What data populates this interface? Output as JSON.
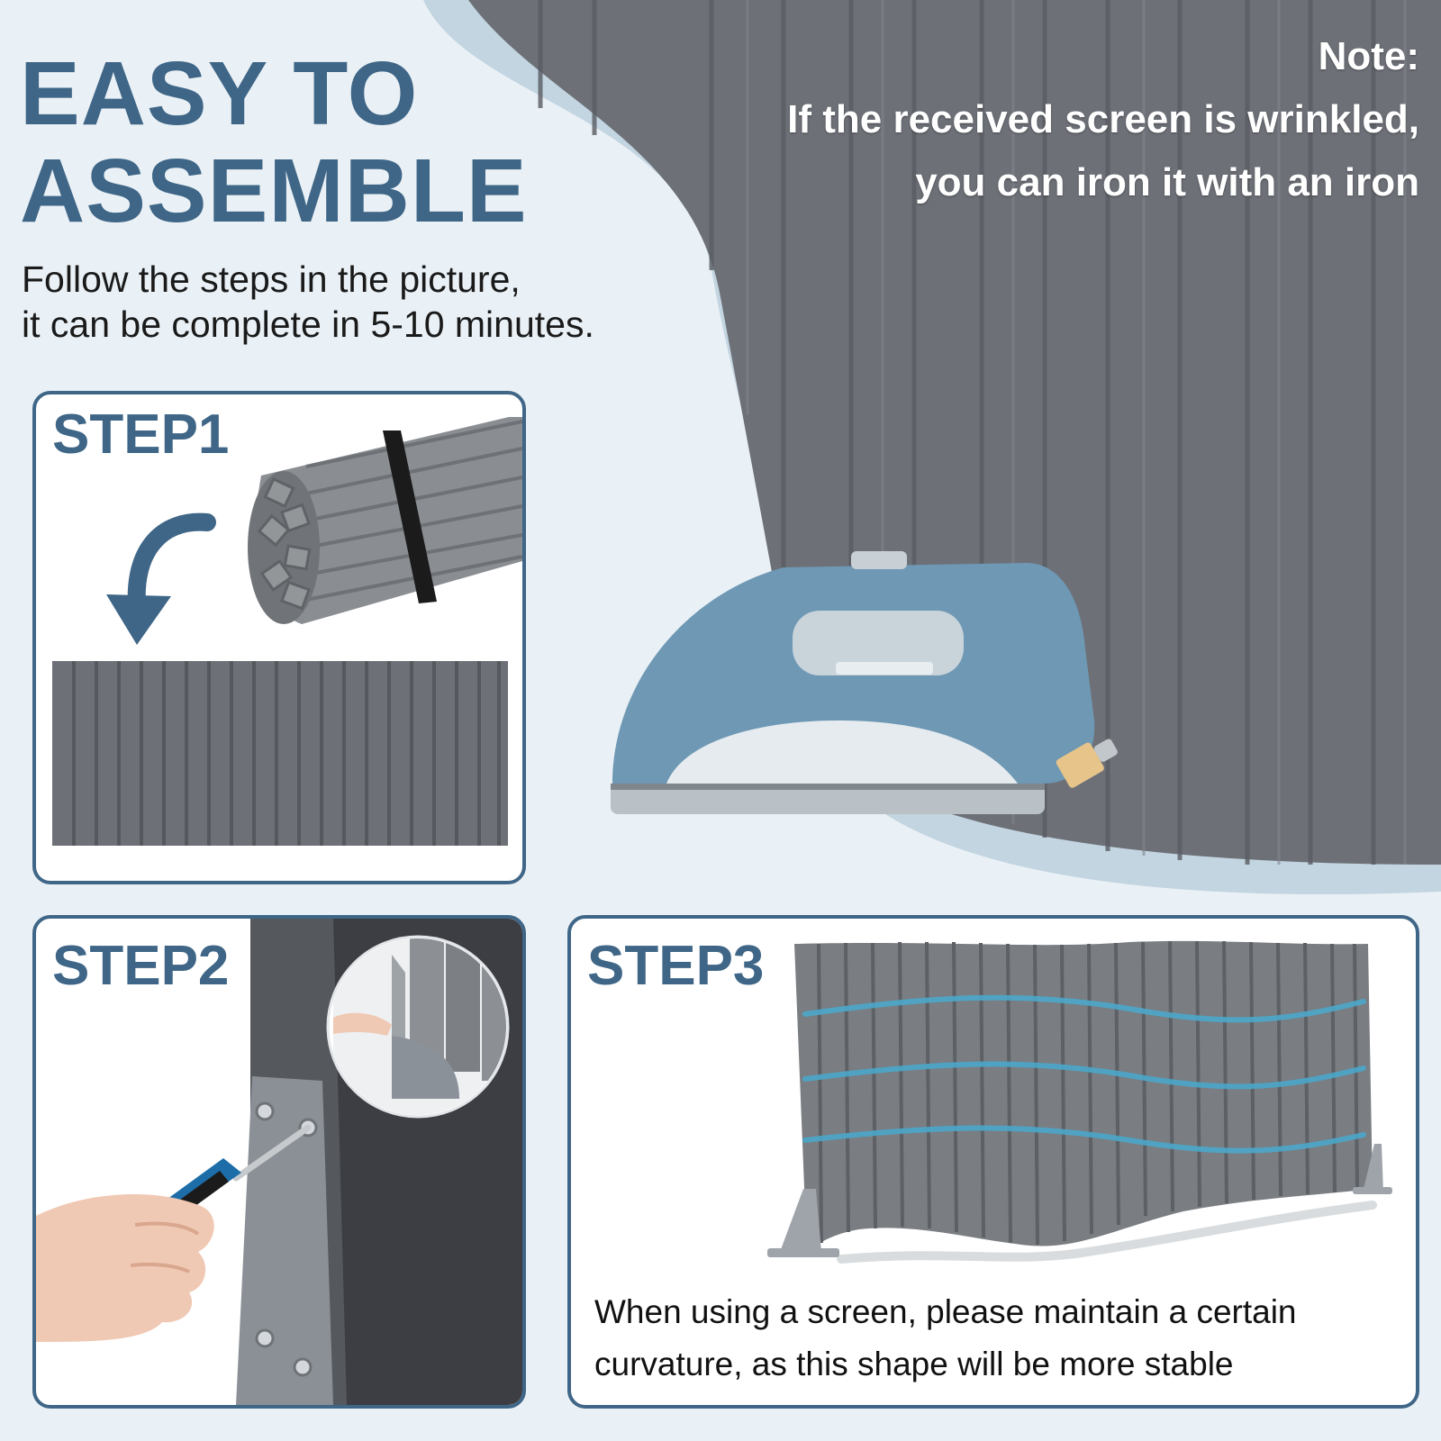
{
  "header": {
    "title_line1": "EASY TO",
    "title_line2": "ASSEMBLE",
    "subtitle_line1": "Follow the steps in the picture,",
    "subtitle_line2": "it can be complete in 5-10 minutes."
  },
  "note": {
    "heading": "Note:",
    "line1": "If the received screen is wrinkled,",
    "line2": "you can iron it with an iron"
  },
  "steps": [
    {
      "label": "STEP1"
    },
    {
      "label": "STEP2"
    },
    {
      "label": "STEP3",
      "caption_line1": "When using a screen, please maintain a certain",
      "caption_line2": "curvature, as this shape will be more stable"
    }
  ],
  "colors": {
    "brand_blue": "#3f6687",
    "background": "#eaf1f6",
    "panel_gray": "#6b6e74",
    "iron_blue": "#6e98b4"
  },
  "icons": [
    "curved-arrow-down-icon",
    "iron-icon",
    "wave-lines-icon"
  ]
}
